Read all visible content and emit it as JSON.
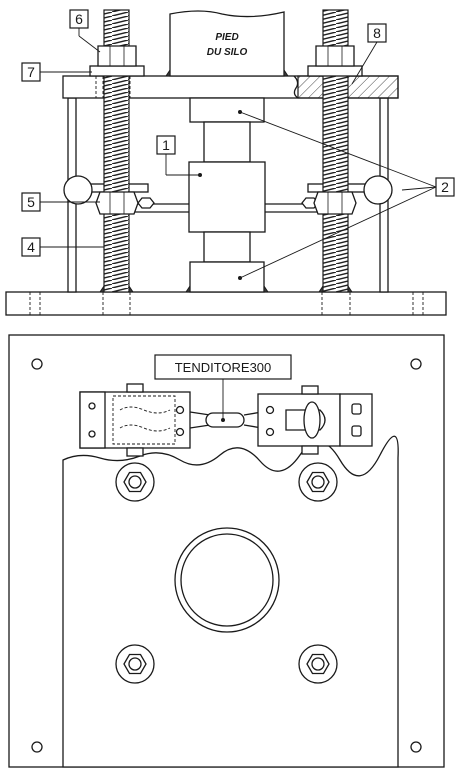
{
  "front_view": {
    "silo_label_line1": "PIED",
    "silo_label_line2": "DU SILO",
    "callouts": {
      "c1": "1",
      "c2": "2",
      "c4": "4",
      "c5": "5",
      "c6": "6",
      "c7": "7",
      "c8": "8"
    }
  },
  "plan_view": {
    "tag": "TENDITORE300"
  }
}
